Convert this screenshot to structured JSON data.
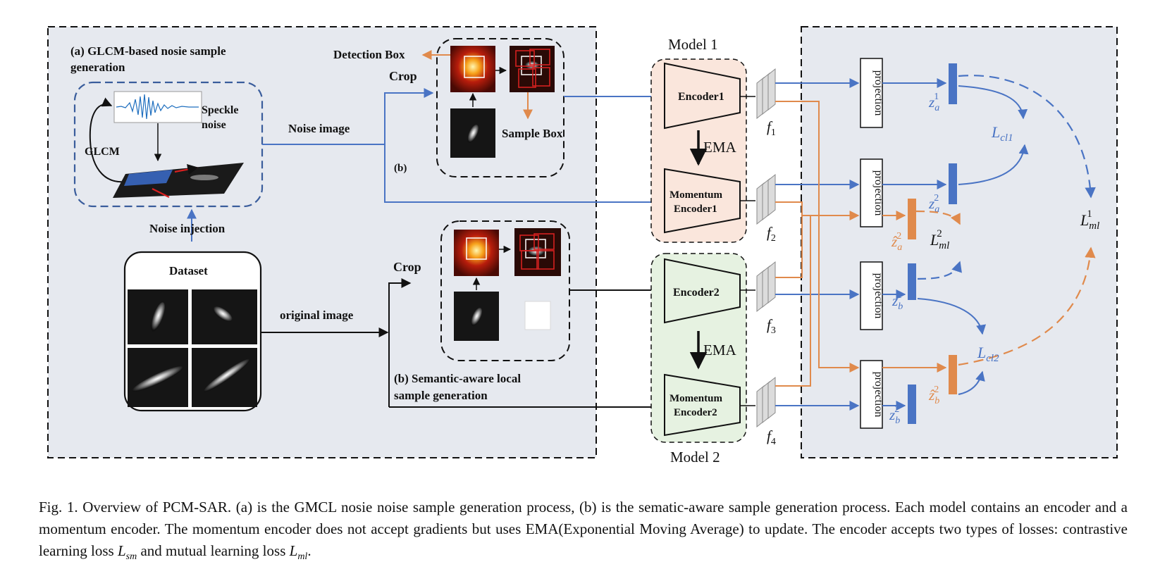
{
  "panel_a": {
    "title_line1": "(a) GLCM-based nosie sample",
    "title_line2": "generation",
    "speckle_line1": "Speckle",
    "speckle_line2": "noise",
    "glcm": "GLCM",
    "noise_injection": "Noise injection",
    "dataset": "Dataset",
    "noise_image": "Noise image",
    "original_image": "original image"
  },
  "panel_b": {
    "detection_box": "Detection Box",
    "crop_top": "Crop",
    "sample_box": "Sample Box",
    "b_label": "(b)",
    "crop_bottom": "Crop",
    "title_line1": "(b) Semantic-aware local",
    "title_line2": "sample generation"
  },
  "models": {
    "model1": "Model 1",
    "model2": "Model 2",
    "encoder1": "Encoder1",
    "momentum1_line1": "Momentum",
    "momentum1_line2": "Encoder1",
    "encoder2": "Encoder2",
    "momentum2_line1": "Momentum",
    "momentum2_line2": "Encoder2",
    "ema": "EMA"
  },
  "features": {
    "f1_base": "f",
    "f1_sub": "1",
    "f2_base": "f",
    "f2_sub": "2",
    "f3_base": "f",
    "f3_sub": "3",
    "f4_base": "f",
    "f4_sub": "4"
  },
  "losses": {
    "projection": "projection",
    "z_a1": "z",
    "z_a1_sub": "a",
    "z_a1_sup": "1",
    "z_a2": "z",
    "z_a2_sub": "a",
    "z_a2_sup": "2",
    "zh_a2": "ẑ",
    "zh_a2_sub": "a",
    "zh_a2_sup": "2",
    "z_b1": "z",
    "z_b1_sub": "b",
    "z_b1_sup": "1",
    "z_b2": "z",
    "z_b2_sub": "b",
    "z_b2_sup": "2",
    "zh_b2": "ẑ",
    "zh_b2_sub": "b",
    "zh_b2_sup": "2",
    "lcl1": "L",
    "lcl1_sub": "cl1",
    "lcl2": "L",
    "lcl2_sub": "cl2",
    "lml1": "L",
    "lml1_sub": "ml",
    "lml1_sup": "1",
    "lml2": "L",
    "lml2_sub": "ml",
    "lml2_sup": "2"
  },
  "caption": {
    "text1": "Fig. 1.   Overview of PCM-SAR. (a) is the GMCL nosie noise sample generation process, (b) is the sematic-aware sample generation process. Each model contains an encoder and a momentum encoder. The momentum encoder does not accept gradients but uses EMA(Exponential Moving Average) to update. The encoder accepts two types of losses: contrastive learning loss ",
    "lsm": "L",
    "lsm_sub": "sm",
    "text2": " and mutual learning loss ",
    "lml": "L",
    "lml_sub": "ml",
    "text3": "."
  },
  "colors": {
    "blue": "#4a74c4",
    "orange": "#e08a4c",
    "bg_gray": "#e6e9ef",
    "model1_fill": "#fae6dc",
    "model2_fill": "#e6f2e1"
  }
}
